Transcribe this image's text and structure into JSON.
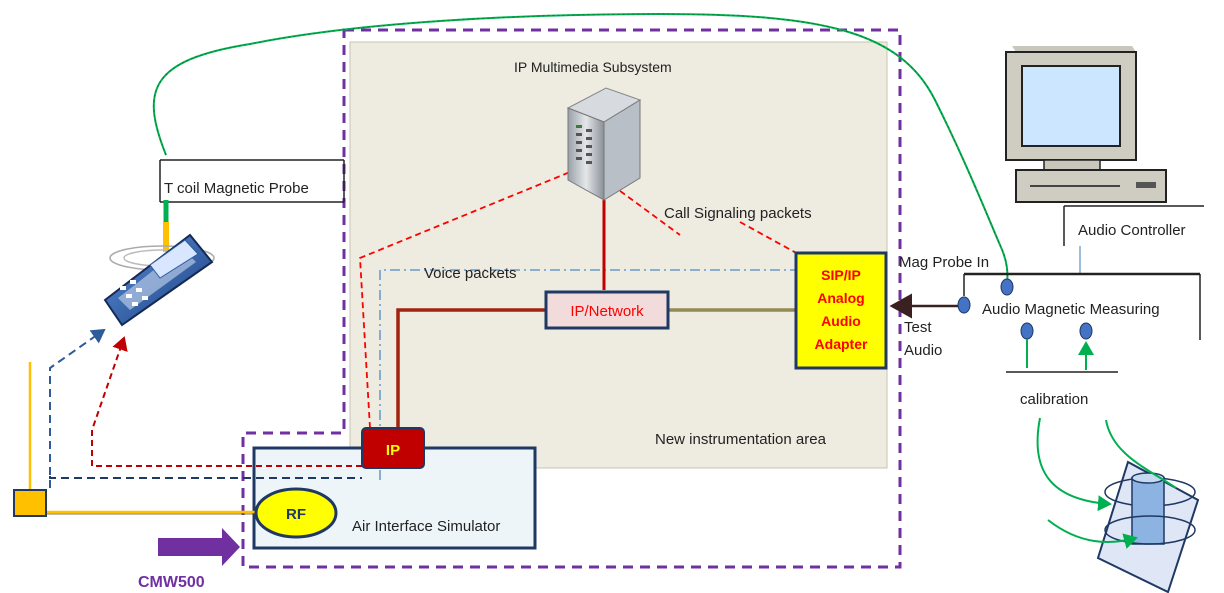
{
  "labels": {
    "ims": "IP Multimedia Subsystem",
    "tcoil_probe": "T coil Magnetic Probe",
    "call_signaling": "Call Signaling  packets",
    "voice_packets": "Voice packets",
    "ip_network": "IP/Network",
    "adapter": [
      "SIP/IP",
      "Analog",
      "Audio",
      "Adapter"
    ],
    "mag_probe_in": "Mag Probe In",
    "test_audio": [
      "Test",
      "Audio"
    ],
    "audio_controller": "Audio Controller",
    "audio_magnetic_measuring": "Audio Magnetic Measuring",
    "calibration": "calibration",
    "new_instrumentation": "New instrumentation area",
    "ip": "IP",
    "rf": "RF",
    "air_interface": "Air Interface Simulator",
    "cmw500": "CMW500"
  },
  "colors": {
    "purple_dash": "#7030a0",
    "ims_fill": "#eeece1",
    "red_dash": "#ff0000",
    "dark_red": "#c00000",
    "olive": "#948a54",
    "green_cable": "#00b050",
    "yellow": "#ffff00",
    "orange": "#ffc000",
    "navy": "#1f3864"
  }
}
